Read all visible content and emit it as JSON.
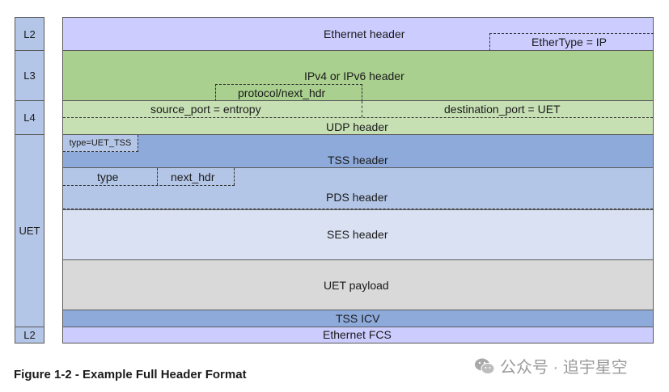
{
  "layers": {
    "l2_top": "L2",
    "l3": "L3",
    "l4": "L4",
    "uet": "UET",
    "l2_bottom": "L2"
  },
  "eth": {
    "title": "Ethernet header",
    "ethertype": "EtherType = IP"
  },
  "ip": {
    "title": "IPv4 or IPv6 header",
    "protocol": "protocol/next_hdr"
  },
  "udp": {
    "source_port": "source_port = entropy",
    "destination_port": "destination_port = UET",
    "title": "UDP header"
  },
  "tss": {
    "type_field": "type=UET_TSS",
    "title": "TSS header"
  },
  "pds": {
    "type_field": "type",
    "next_hdr": "next_hdr",
    "title": "PDS header"
  },
  "ses": {
    "title": "SES header"
  },
  "payload": {
    "title": "UET payload"
  },
  "icv": {
    "title": "TSS ICV"
  },
  "fcs": {
    "title": "Ethernet FCS"
  },
  "caption": "Figure 1-2 - Example Full Header Format",
  "watermark": "公众号 · 追宇星空",
  "colors": {
    "layer_left": "#b4c6e7",
    "ethernet": "#ccccff",
    "ip": "#a9d08e",
    "udp": "#c6e0b4",
    "tss": "#8eaadb",
    "pds": "#b4c6e7",
    "ses": "#d9e1f2",
    "payload": "#d9d9d9",
    "icv": "#8eaadb",
    "fcs": "#ccccff"
  }
}
